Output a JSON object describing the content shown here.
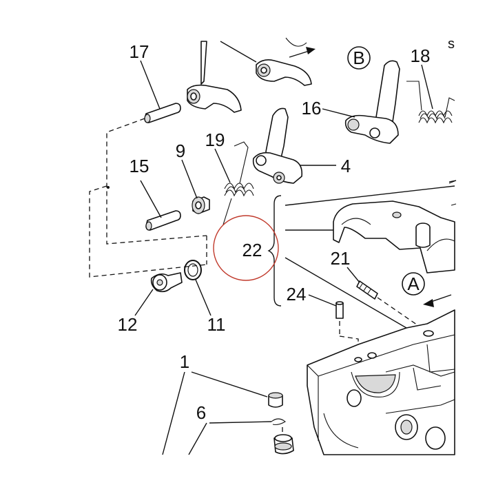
{
  "callouts": {
    "c17": "17",
    "c18": "18",
    "c16": "16",
    "c19": "19",
    "c9": "9",
    "c15": "15",
    "c4": "4",
    "c22": "22",
    "c21": "21",
    "c24": "24",
    "c12": "12",
    "c11": "11",
    "c1": "1",
    "c6": "6"
  },
  "views": {
    "a": "A",
    "b": "B"
  },
  "colors": {
    "line": "#111111",
    "highlight_circle": "#c0392b",
    "background": "#ffffff"
  }
}
